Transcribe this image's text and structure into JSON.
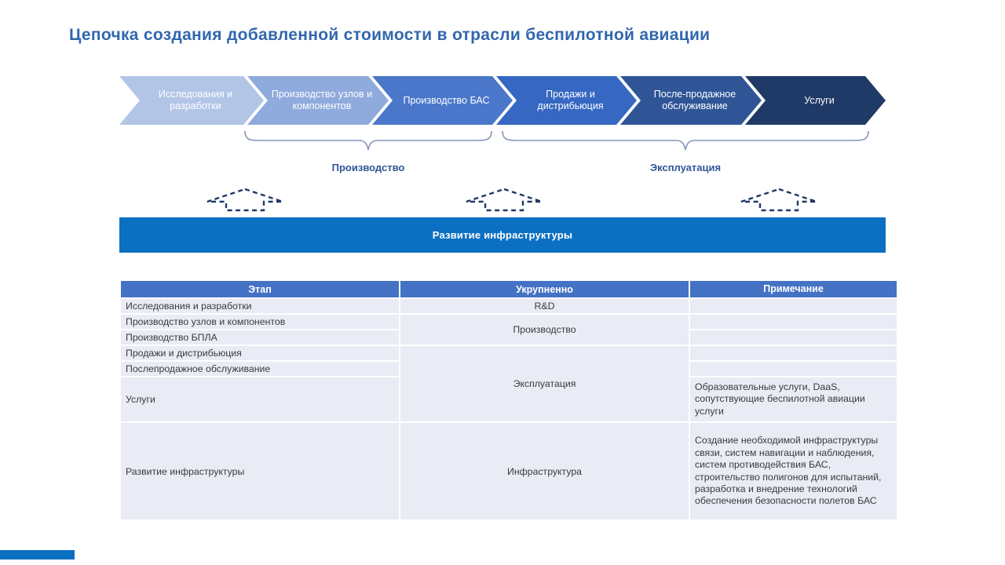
{
  "title": "Цепочка создания добавленной стоимости в отрасли беспилотной авиации",
  "colors": {
    "title_text": "#3167AE",
    "banner_bg": "#0C70C2",
    "table_header_bg": "#4472C4",
    "table_row_bg": "#E9EBF5",
    "brace_line": "#8796B9",
    "group_label_text": "#2F5597",
    "dashed_arrow": "#1F3864",
    "footer_bar": "#0C70C2"
  },
  "process_chain": {
    "stages": [
      {
        "label": "Исследования и разработки",
        "color": "#B2C5E6"
      },
      {
        "label": "Производство узлов и компонентов",
        "color": "#8FAADC"
      },
      {
        "label": "Производство БАС",
        "color": "#4A77C9"
      },
      {
        "label": "Продажи и дистрибьюция",
        "color": "#3667C2"
      },
      {
        "label": "После-продажное обслуживание",
        "color": "#2F5597"
      },
      {
        "label": "Услуги",
        "color": "#1F3A66"
      }
    ],
    "groups": [
      {
        "label": "Производство"
      },
      {
        "label": "Эксплуатация"
      }
    ]
  },
  "banner": {
    "label": "Развитие инфраструктуры"
  },
  "table": {
    "headers": [
      "Этап",
      "Укрупненно",
      "Примечание"
    ],
    "rows": [
      {
        "stage": "Исследования и разработки",
        "group": "R&D",
        "note": ""
      },
      {
        "stage": "Производство узлов и компонентов",
        "group": "Производство",
        "note": ""
      },
      {
        "stage": "Производство БПЛА",
        "note": ""
      },
      {
        "stage": "Продажи и дистрибьюция",
        "group": "Эксплуатация",
        "note": ""
      },
      {
        "stage": "Послепродажное обслуживание",
        "note": ""
      },
      {
        "stage": "Услуги",
        "note": "Образовательные услуги, DaaS, сопутствующие беспилотной авиации услуги"
      },
      {
        "stage": "Развитие инфраструктуры",
        "group": "Инфраструктура",
        "note": "Создание необходимой инфраструктуры связи, систем навигации и наблюдения, систем противодействия БАС, строительство полигонов для испытаний, разработка и внедрение технологий обеспечения безопасности полетов БАС"
      }
    ]
  }
}
